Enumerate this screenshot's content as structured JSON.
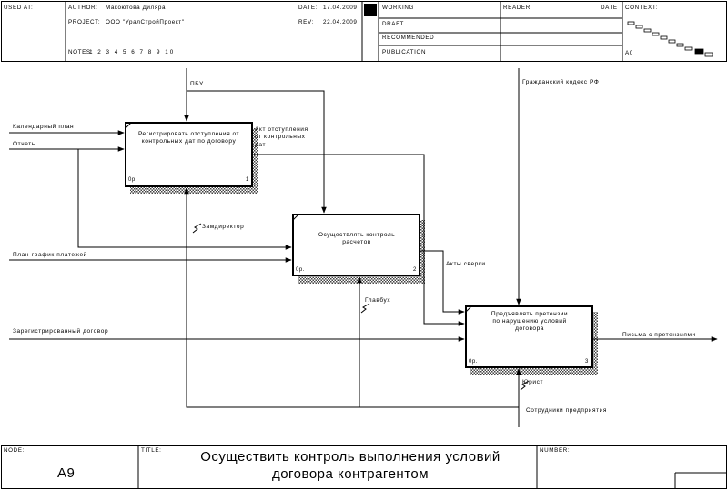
{
  "header": {
    "used_at": "USED AT:",
    "author_label": "AUTHOR:",
    "author": "Макоютова Диляра",
    "project_label": "PROJECT:",
    "project": "ООО \"УралСтройПроект\"",
    "notes_label": "NOTES:",
    "notes": "1 2 3 4 5 6 7 8 9 10",
    "date_label": "DATE:",
    "date": "17.04.2009",
    "rev_label": "REV:",
    "rev": "22.04.2009",
    "status": [
      "WORKING",
      "DRAFT",
      "RECOMMENDED",
      "PUBLICATION"
    ],
    "reader": "READER",
    "date2": "DATE",
    "context": "CONTEXT:",
    "context_node": "A0"
  },
  "boxes": [
    {
      "label": "Регистрировать отступления от контрольных дат по договору",
      "code": "0р.",
      "num": "1"
    },
    {
      "label": "Осуществлять контроль расчетов",
      "code": "0р.",
      "num": "2"
    },
    {
      "label": "Предъявлять претензии по нарушению условий договора",
      "code": "0р.",
      "num": "3"
    }
  ],
  "arrows": {
    "pbu": "ПБУ",
    "civil_code": "Гражданский кодекс РФ",
    "calendar_plan": "Календарный план",
    "reports": "Отчеты",
    "act": "Акт отступления от контрольных дат",
    "deputy": "Замдиректор",
    "payment_schedule": "План-график платежей",
    "reconciliation": "Акты сверки",
    "accountant": "Главбух",
    "registered_contract": "Зарегистрированный договор",
    "claims": "Письма с претензиями",
    "lawyer": "Юрист",
    "staff": "Сотрудники предприятия"
  },
  "footer": {
    "node_label": "NODE:",
    "node": "A9",
    "title_label": "TITLE:",
    "title": "Осуществить контроль выполнения условий договора контрагентом",
    "number_label": "NUMBER:"
  }
}
